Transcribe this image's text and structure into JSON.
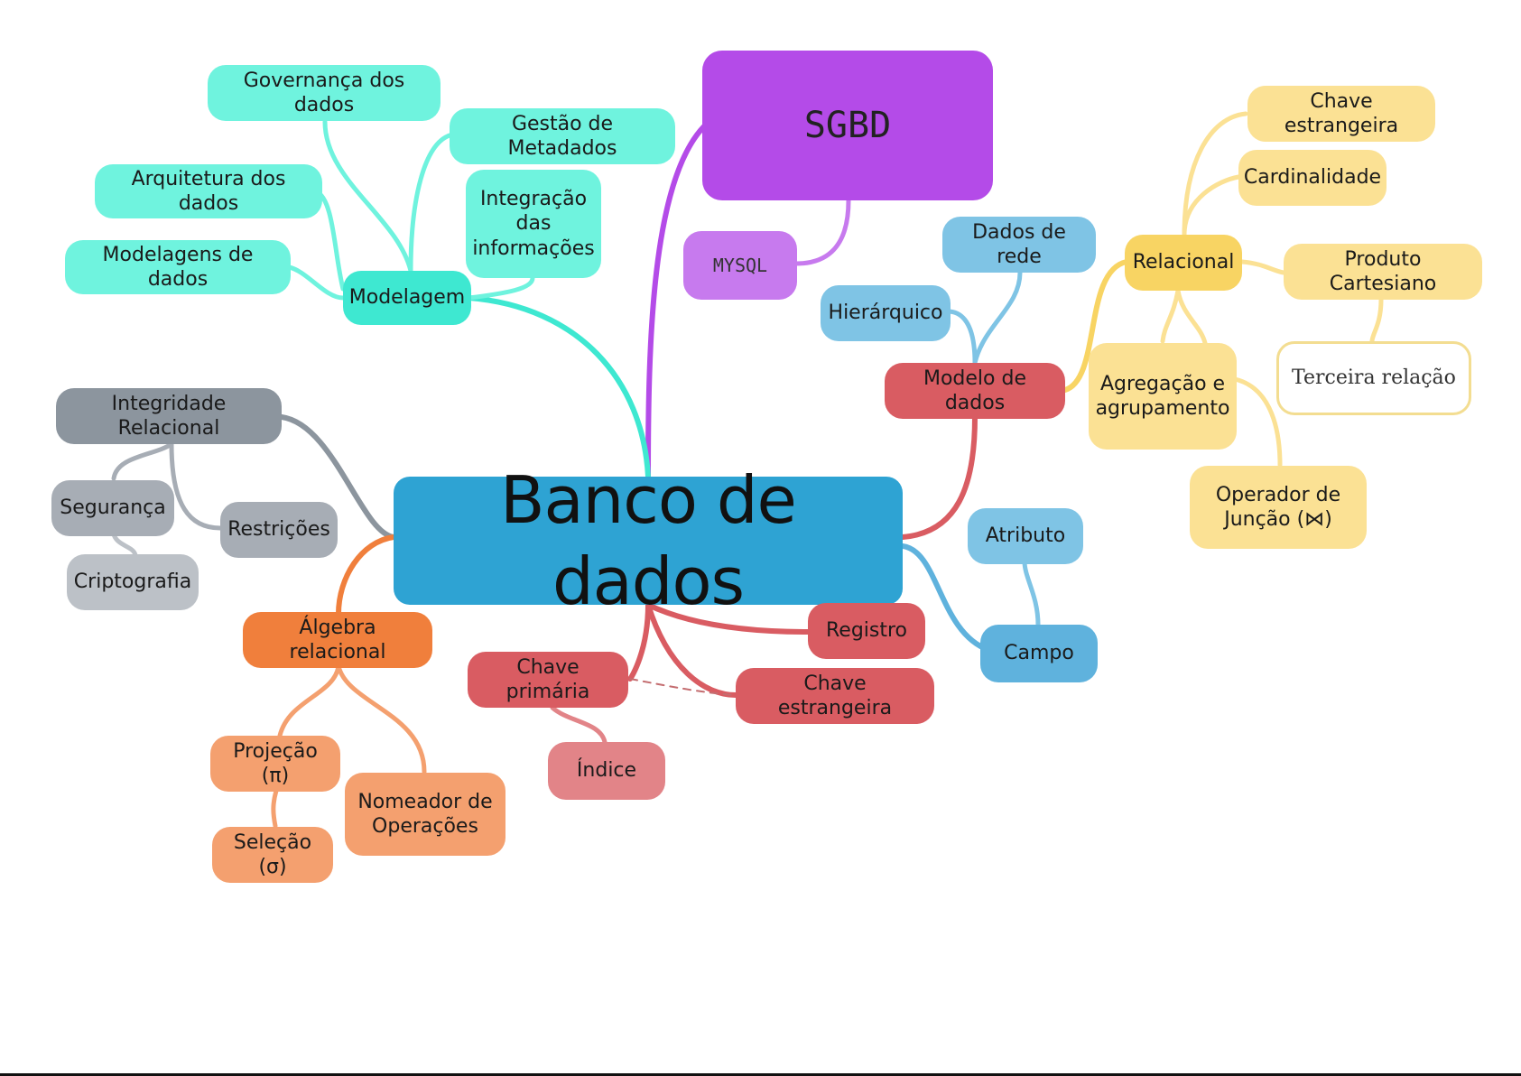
{
  "root": {
    "label": "Banco de dados"
  },
  "colors": {
    "root": "#2ea3d3",
    "sgbd": "#b44be8",
    "mysql": "#c77aee",
    "modelagem": "#3ee8d1",
    "modelagem_child": "#6ff3de",
    "integridade": "#8c959e",
    "integridade_child": "#a7adb5",
    "criptografia": "#bcc1c7",
    "algebra": "#f07f3c",
    "algebra_child": "#f4a06f",
    "registro_group": "#d95c62",
    "indice": "#e28488",
    "modelo_dados": "#d95c62",
    "blue_light": "#7fc4e5",
    "blue_mid": "#5fb2dd",
    "relacional": "#f8d463",
    "relacional_child": "#fbe194",
    "terceira_border": "#f3dd91",
    "terceira_fill": "#ffffff"
  },
  "nodes": {
    "sgbd": "SGBD",
    "mysql": "MYSQL",
    "modelagem": "Modelagem",
    "governanca": "Governança dos dados",
    "gestao_metadados": "Gestão de Metadados",
    "arquitetura": "Arquitetura dos dados",
    "integracao": "Integração\ndas\ninformações",
    "modelagens": "Modelagens de dados",
    "integridade": "Integridade Relacional",
    "seguranca": "Segurança",
    "restricoes": "Restrições",
    "criptografia": "Criptografia",
    "algebra": "Álgebra relacional",
    "projecao": "Projeção (π)",
    "selecao": "Seleção (σ)",
    "nomeador": "Nomeador de\nOperações",
    "chave_primaria": "Chave primária",
    "indice": "Índice",
    "registro": "Registro",
    "chave_estrangeira_b": "Chave estrangeira",
    "modelo_dados": "Modelo de dados",
    "hierarquico": "Hierárquico",
    "dados_rede": "Dados de rede",
    "relacional": "Relacional",
    "chave_estrangeira_r": "Chave estrangeira",
    "cardinalidade": "Cardinalidade",
    "produto_cartesiano": "Produto Cartesiano",
    "terceira_relacao": "Terceira relação",
    "agregacao": "Agregação e\nagrupamento",
    "operador_juncao": "Operador de\nJunção (⋈)",
    "atributo": "Atributo",
    "campo": "Campo"
  }
}
